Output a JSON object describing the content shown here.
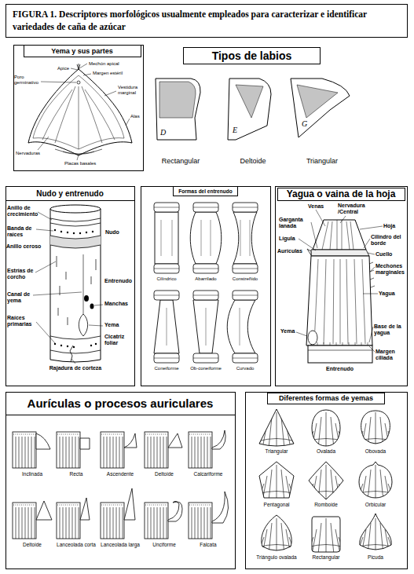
{
  "diagram": {
    "title": "FIGURA 1. Descriptores morfológicos usualmente empleados para caracterizar e identificar variedades de caña de azúcar",
    "nodes": [
      {
        "text": [
          "Yema y sus partes"
        ]
      },
      {
        "text": [
          "Tipos de labios"
        ]
      },
      {
        "text": [
          "Nudo y entrenudo"
        ]
      },
      {
        "text": [
          "Formas del entrenudo"
        ]
      },
      {
        "text": [
          "Yagua o vaina de la hoja"
        ]
      },
      {
        "text": [
          "Aurículas o procesos auriculares"
        ]
      },
      {
        "text": [
          "Diferentes formas de yemas"
        ]
      }
    ],
    "labels": [
      "Apice",
      "Mechón apical",
      "Poro germinativo",
      "Margen estéril",
      "Vestidura marginal",
      "Alas",
      "Nervaduras",
      "Placas basales",
      "D",
      "E",
      "G",
      "Rectangular",
      "Deltoide",
      "Triangular",
      "Anillo de crecimiento",
      "Banda de raíces",
      "Anillo ceroso",
      "Nudo",
      "Estrías de corcho",
      "Entrenudo",
      "Canal de yema",
      "Manchas",
      "Raíces primarias",
      "Yema",
      "Cicatriz foliar",
      "Rajadura de corteza",
      "Cilíndrico",
      "Abarrilado",
      "Constreñido",
      "Coneiforme",
      "Ob-coneiforme",
      "Curvado",
      "Venas",
      "Nervadura /Central",
      "Garganta lanada",
      "Hoja",
      "Lígula",
      "Cilindro del borde",
      "Aurículas",
      "Cuello",
      "Mechones marginales",
      "Yagua",
      "Yema",
      "Base de la yagua",
      "Entrenudo",
      "Margen ciliada",
      "Inclinada",
      "Recta",
      "Ascendente",
      "Deltoide",
      "Calcariforme",
      "Deltoide",
      "Lanceolada corta",
      "Lanceolada larga",
      "Unciforme",
      "Falcata",
      "Triangular",
      "Ovalada",
      "Obovada",
      "Pentagonal",
      "Romboide",
      "Orbicular",
      "Triángulo ovalada",
      "Rectangular",
      "Picuda"
    ]
  }
}
